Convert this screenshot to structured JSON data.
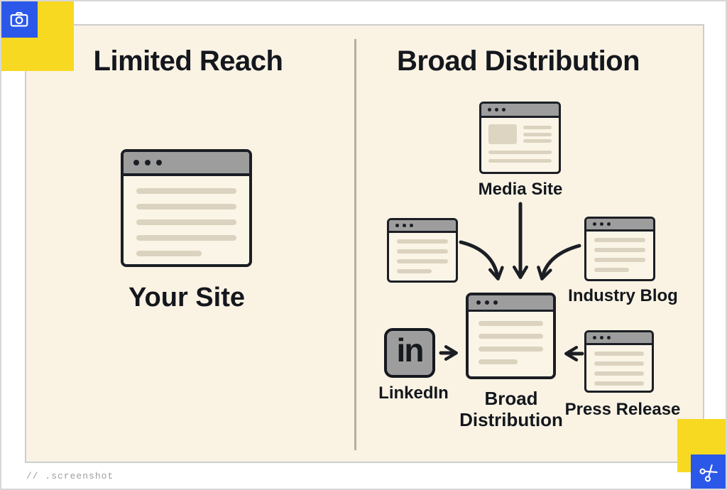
{
  "meta": {
    "accent_yellow": "#f8d922",
    "accent_blue": "#2b58e8",
    "canvas_cream": "#faf3e4",
    "ink": "#1b1e24"
  },
  "left_panel": {
    "title": "Limited Reach",
    "window_label": "Your Site"
  },
  "right_panel": {
    "title": "Broad Distribution",
    "media_site_label": "Media Site",
    "industry_blog_label": "Industry Blog",
    "linkedin_label": "LinkedIn",
    "linkedin_glyph": "in",
    "press_release_label": "Press Release",
    "hub_label": "Broad Distribution"
  },
  "footer": {
    "text": "// .screenshot"
  }
}
